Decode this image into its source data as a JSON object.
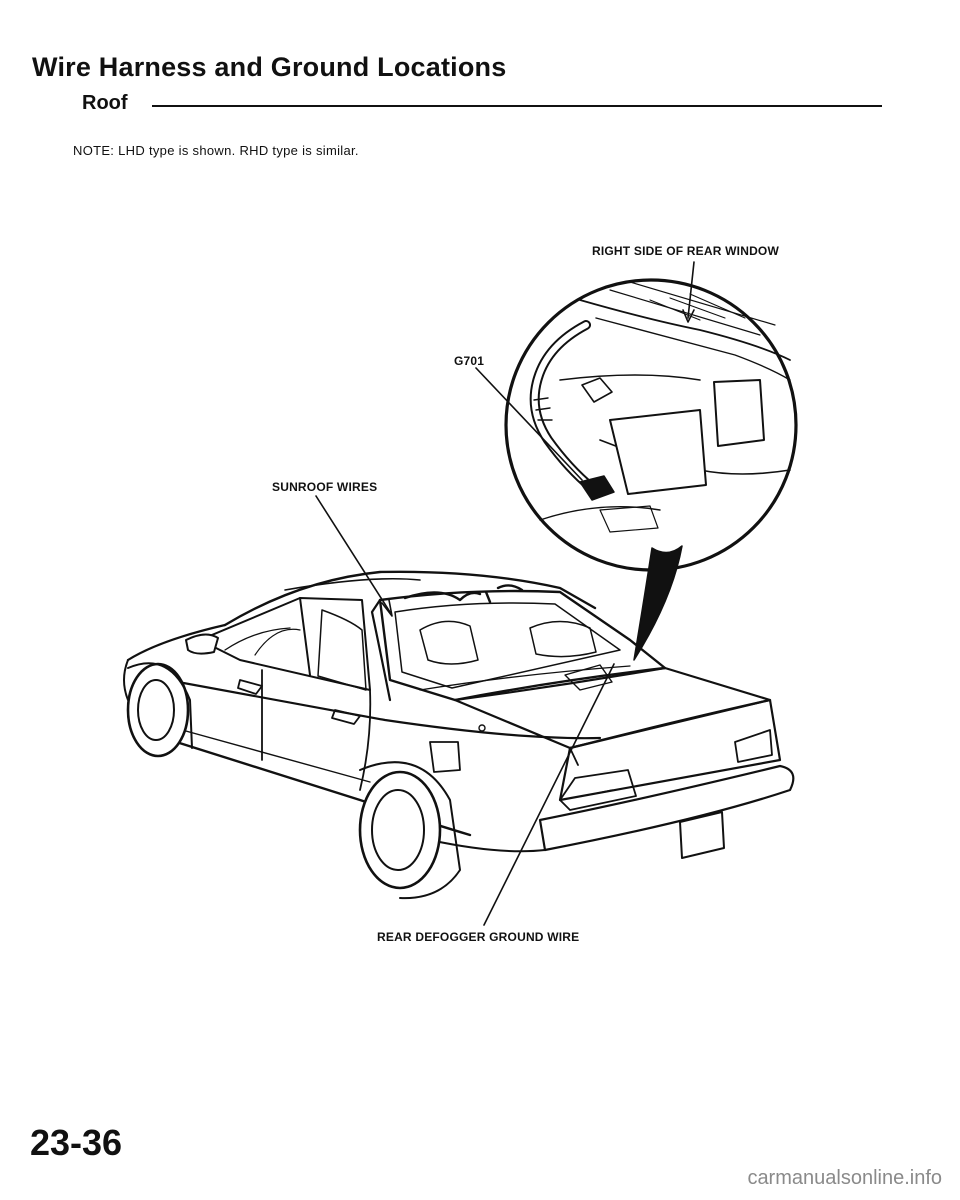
{
  "header": {
    "title": "Wire Harness and Ground Locations",
    "section": "Roof"
  },
  "note": "NOTE:  LHD type is shown.  RHD type is similar.",
  "callouts": {
    "rear_window": "RIGHT SIDE OF REAR WINDOW",
    "g701": "G701",
    "sunroof": "SUNROOF WIRES",
    "rear_defogger": "REAR DEFOGGER GROUND WIRE"
  },
  "footer": {
    "page_number": "23-36",
    "watermark": "carmanualsonline.info"
  }
}
